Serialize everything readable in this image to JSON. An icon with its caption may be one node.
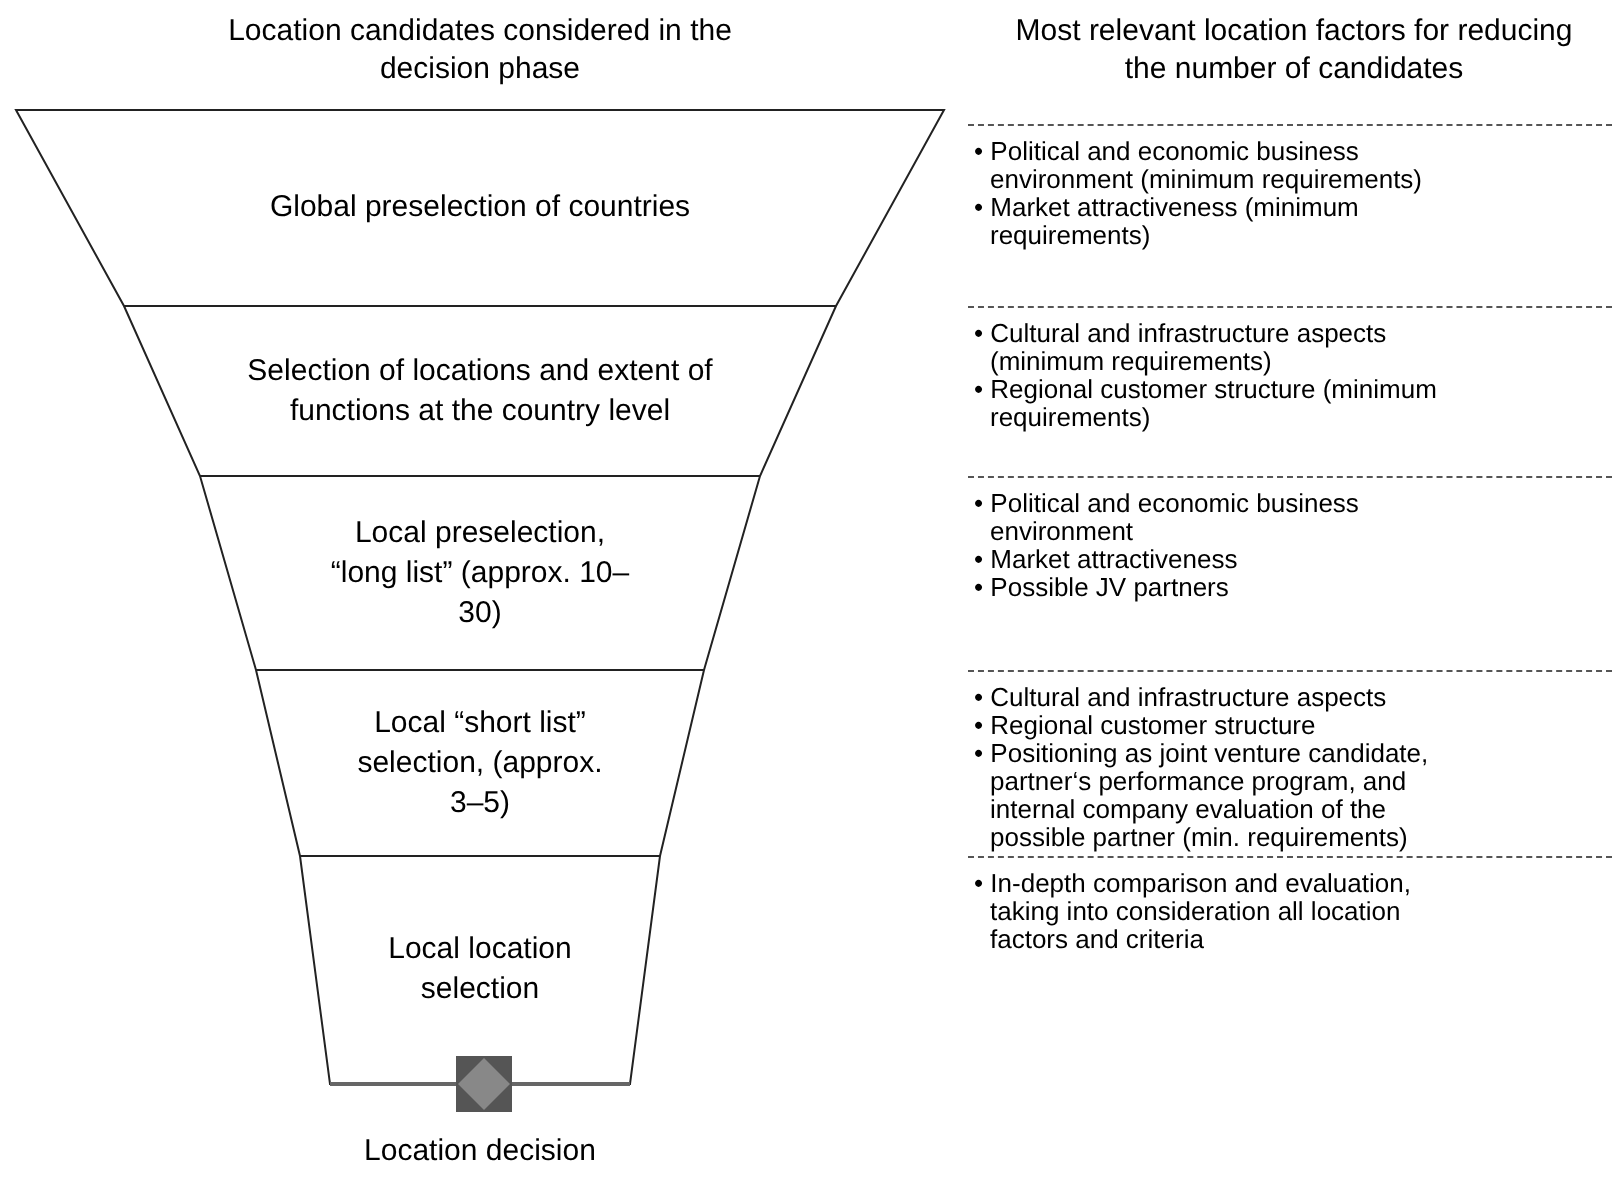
{
  "diagram": {
    "nodes": [
      {
        "text": [
          "Global preselection of countries"
        ]
      },
      {
        "text": [
          "Selection of locations and extent of functions at the country level"
        ]
      },
      {
        "text": [
          "Local preselection, “long list” (approx. 10–30)"
        ]
      },
      {
        "text": [
          "Local “short list” selection, (approx. 3–5)"
        ]
      },
      {
        "text": [
          "Local location selection"
        ]
      },
      {
        "text": [],
        "shape": "diamond",
        "beside": [
          "Location decision"
        ]
      }
    ],
    "edges": [],
    "labels": [
      "Location candidates considered in the decision phase",
      "Most relevant location factors for reducing the number of candidates",
      "• Political and economic business environment (minimum requirements)",
      "• Market attractiveness (minimum requirements)",
      "• Cultural and infrastructure aspects (minimum requirements)",
      "• Regional customer structure (minimum requirements)",
      "• Political and economic business environment",
      "• Market attractiveness",
      "• Possible JV partners",
      "• Cultural and infrastructure aspects",
      "• Regional customer structure",
      "• Positioning as joint venture candidate, partner‘s performance program, and internal company evaluation of the possible partner (min. requirements)",
      "• In-depth comparison and evaluation, taking into consideration all location factors and criteria"
    ]
  }
}
